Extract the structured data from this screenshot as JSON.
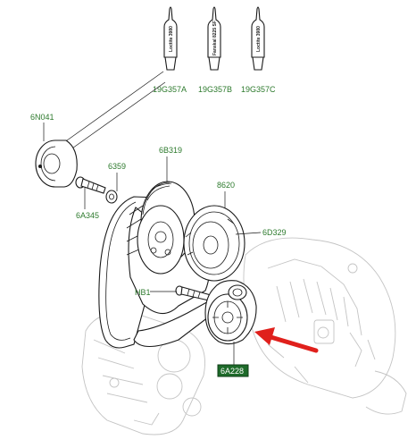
{
  "tubes": [
    {
      "code": "19G357A",
      "text": "Loctite 3980"
    },
    {
      "code": "19G357B",
      "text": "Fanskal 8225 SF"
    },
    {
      "code": "19G357C",
      "text": "Loctite 3980"
    }
  ],
  "labels": {
    "seal": "6N041",
    "washer": "6359",
    "bolt": "6A345",
    "crank_pulley": "6B319",
    "belt": "8620",
    "damper": "6D329",
    "bolt_hb": "HB1",
    "tensioner": "6A228"
  },
  "colors": {
    "label_green": "#2d7a2d",
    "arrow_red": "#e0201c",
    "highlight_box": "#1e6b2a"
  }
}
